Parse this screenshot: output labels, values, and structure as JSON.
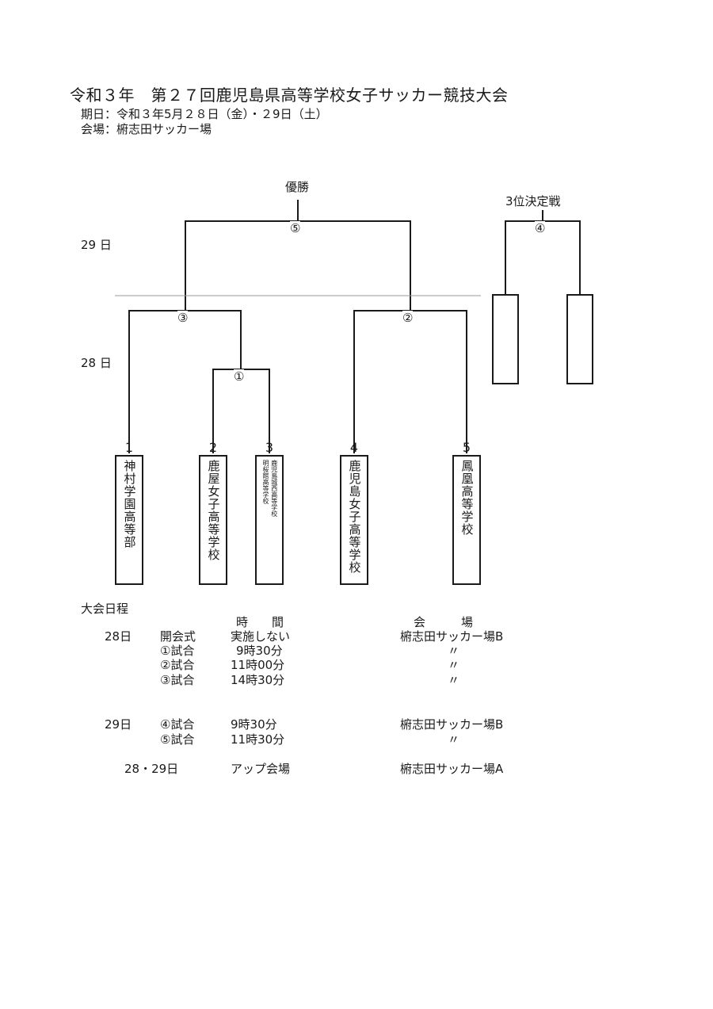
{
  "header": {
    "title": "令和３年　第２７回鹿児島県高等学校女子サッカー競技大会",
    "period": "期日：令和３年5月２８日（金）・２9日（土）",
    "venue": "会場：椨志田サッカー場"
  },
  "bracket": {
    "champion_label": "優勝",
    "third_place_label": "3位決定戦",
    "day29": "29 日",
    "day28": "28 日",
    "matches": {
      "m1": "①",
      "m2": "②",
      "m3": "③",
      "m4": "④",
      "m5": "⑤"
    },
    "teams": [
      {
        "seed": "1",
        "name": "神村学園高等部"
      },
      {
        "seed": "2",
        "name": "鹿屋女子高等学校"
      },
      {
        "seed": "3",
        "name_col1": "鹿児島城西高等学校",
        "name_col2": "明桜館高等学校"
      },
      {
        "seed": "4",
        "name": "鹿児島女子高等学校"
      },
      {
        "seed": "5",
        "name": "鳳凰高等学校"
      }
    ]
  },
  "schedule": {
    "heading": "大会日程",
    "col_time": "時　　間",
    "col_venue": "会　　　場",
    "rows": [
      {
        "day": "28日",
        "event": "開会式",
        "time": "実施しない",
        "venue": "椨志田サッカー場B"
      },
      {
        "day": "",
        "event": "①試合",
        "time": "9時30分",
        "venue": "〃"
      },
      {
        "day": "",
        "event": "②試合",
        "time": "11時00分",
        "venue": "〃"
      },
      {
        "day": "",
        "event": "③試合",
        "time": "14時30分",
        "venue": "〃"
      },
      {
        "day": "29日",
        "event": "④試合",
        "time": "9時30分",
        "venue": "椨志田サッカー場B"
      },
      {
        "day": "",
        "event": "⑤試合",
        "time": "11時30分",
        "venue": "〃"
      }
    ],
    "warmup": {
      "day": "28・29日",
      "event": "アップ会場",
      "venue": "椨志田サッカー場A"
    }
  }
}
